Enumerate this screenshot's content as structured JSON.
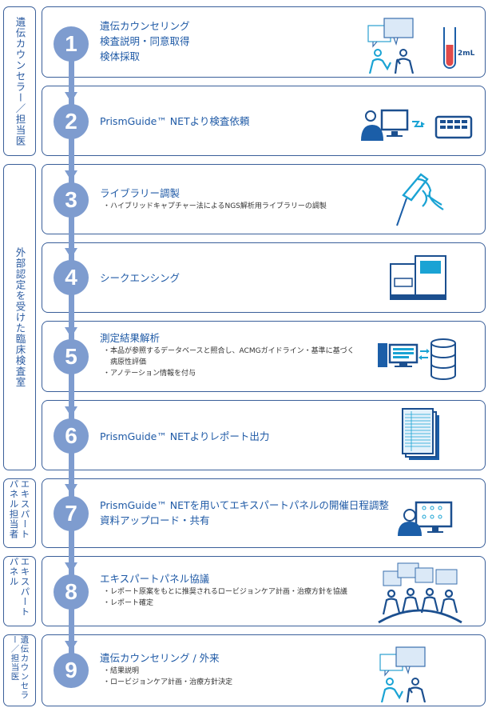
{
  "groups": [
    {
      "label": "遺伝カウンセラー／担当医"
    },
    {
      "label": "外部認定を受けた臨床検査室"
    },
    {
      "label": "エキスパートパネル担当者"
    },
    {
      "label": "エキスパートパネル"
    },
    {
      "label": "遺伝カウンセラー／担当医"
    }
  ],
  "steps": [
    {
      "number": "1",
      "titles": [
        "遺伝カウンセリング",
        "検査説明・同意取得",
        "検体採取"
      ],
      "bullets": [],
      "icon": "counseling-icon",
      "extra_label": "2mL"
    },
    {
      "number": "2",
      "titles": [
        "PrismGuide™ NETより検査依頼"
      ],
      "bullets": [],
      "icon": "computer-order-icon"
    },
    {
      "number": "3",
      "titles": [
        "ライブラリー調製"
      ],
      "bullets": [
        "・ハイブリッドキャプチャー法によるNGS解析用ライブラリーの調製"
      ],
      "icon": "pipette-icon"
    },
    {
      "number": "4",
      "titles": [
        "シークエンシング"
      ],
      "bullets": [],
      "icon": "sequencer-icon"
    },
    {
      "number": "5",
      "titles": [
        "測定結果解析"
      ],
      "bullets": [
        "・本品が参照するデータベースと照合し、ACMGガイドライン・基準に基づく",
        "　病原性評価",
        "・アノテーション情報を付与"
      ],
      "icon": "database-icon"
    },
    {
      "number": "6",
      "titles": [
        "PrismGuide™ NETよりレポート出力"
      ],
      "bullets": [],
      "icon": "report-icon"
    },
    {
      "number": "7",
      "titles": [
        "PrismGuide™ NETを用いてエキスパートパネルの開催日程調整",
        "資料アップロード・共有"
      ],
      "bullets": [],
      "icon": "video-conference-icon"
    },
    {
      "number": "8",
      "titles": [
        "エキスパートパネル協議"
      ],
      "bullets": [
        "・レポート原案をもとに推奨されるロービジョンケア計画・治療方針を協議",
        "・レポート確定"
      ],
      "icon": "meeting-icon"
    },
    {
      "number": "9",
      "titles": [
        "遺伝カウンセリング / 外来"
      ],
      "bullets": [
        "・結果説明",
        "・ロービジョンケア計画・治療方針決定"
      ],
      "icon": "counseling-icon"
    }
  ],
  "colors": {
    "accent": "#7e9ccf",
    "border": "#3a5f9a",
    "text": "#1f5aa6",
    "icon": "#1b5ea8",
    "cyan": "#1aa3d4"
  }
}
